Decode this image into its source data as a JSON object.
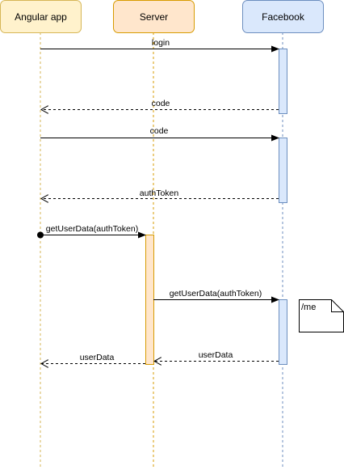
{
  "participants": [
    {
      "id": "angular",
      "label": "Angular app",
      "fill": "#fff2cc",
      "stroke": "#d6b656"
    },
    {
      "id": "server",
      "label": "Server",
      "fill": "#ffe6cc",
      "stroke": "#d79b00"
    },
    {
      "id": "facebook",
      "label": "Facebook",
      "fill": "#dae8fc",
      "stroke": "#6c8ebf"
    }
  ],
  "messages": [
    {
      "label": "login",
      "from": "angular",
      "to": "facebook",
      "type": "sync"
    },
    {
      "label": "code",
      "from": "facebook",
      "to": "angular",
      "type": "return"
    },
    {
      "label": "code",
      "from": "angular",
      "to": "facebook",
      "type": "sync"
    },
    {
      "label": "authToken",
      "from": "facebook",
      "to": "angular",
      "type": "return"
    },
    {
      "label": "getUserData(authToken)",
      "from": "angular",
      "to": "server",
      "type": "found"
    },
    {
      "label": "getUserData(authToken)",
      "from": "server",
      "to": "facebook",
      "type": "sync"
    },
    {
      "label": "userData",
      "from": "facebook",
      "to": "server",
      "type": "return"
    },
    {
      "label": "userData",
      "from": "server",
      "to": "angular",
      "type": "return"
    }
  ],
  "note": {
    "label": "/me"
  }
}
